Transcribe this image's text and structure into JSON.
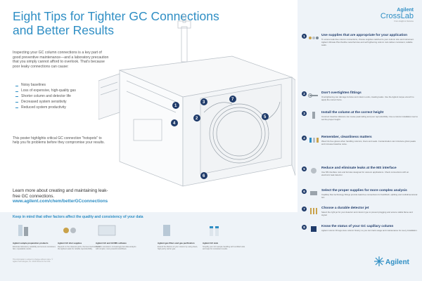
{
  "header": {
    "title": "Eight Tips for Tighter GC Connections and Better Results"
  },
  "intro": {
    "text": "Inspecting your GC column connections is a key part of good preventive maintenance—and a laboratory precaution that you simply cannot afford to overlook. That's because poor leaky connections can cause:",
    "issues": [
      "Noisy baselines",
      "Loss of expensive, high-quality gas",
      "Shorter column and detector life",
      "Decreased system sensitivity",
      "Reduced system productivity"
    ],
    "closing": "This poster highlights critical GC connection \"hotspots\" to help you fix problems before they compromise your results."
  },
  "learn_more": {
    "text": "Learn more about creating and maintaining leak-free GC connections.",
    "url": "www.agilent.com/chem/betterGCconnections"
  },
  "brand": {
    "line1": "Agilent",
    "line2": "CrossLab",
    "line3": "From Insight to Outcome"
  },
  "tips": [
    {
      "num": "1",
      "head": "Use supplies that are appropriate for your application",
      "body": "To ensure leak-free column connections, choose supplies matched to your column size and instrument. Agilent Ultimate Plus flexible metal ferrules and self tightening column nuts deliver consistent, reliable seals."
    },
    {
      "num": "2",
      "head": "Don't overtighten fittings",
      "body": "Overtightening can damage ferrules and column ends, creating leaks. Use the Agilent torque wrench to apply the correct force."
    },
    {
      "num": "3",
      "head": "Install the column at the correct height",
      "body": "Incorrect insertion distance can cause peak tailing and poor reproducibility. Use a column installation tool to set the proper height."
    },
    {
      "num": "4",
      "head": "Remember, cleanliness matters",
      "body": "Wear lint-free gloves when handling columns, liners and seals. Contamination can introduce ghost peaks and increase baseline noise."
    },
    {
      "num": "5",
      "head": "Reduce and eliminate leaks at the MS interface",
      "body": "Use MS interface nuts and ferrules designed for vacuum applications. Check connections with an electronic leak detector."
    },
    {
      "num": "6",
      "head": "Select the proper supplies for more complex analysis",
      "body": "Capillary flow technology fittings provide leak-free connections for backflush, splitting and multidimensional GC."
    },
    {
      "num": "7",
      "head": "Choose a durable detector jet",
      "body": "Select the right jet for your detector and column type to prevent plugging and ensure stable flame and signal."
    },
    {
      "num": "8",
      "head": "Know the status of your GC capillary column",
      "body": "Agilent column ID tags store column history so you can track usage and maintenance for every installation."
    }
  ],
  "bottom": {
    "title": "Keep in mind that other factors affect the quality and consistency of your data",
    "products": [
      {
        "name": "Agilent sample preparation products",
        "desc": "Eliminate laboratory variability and ensure consistent, fast, repeatable results."
      },
      {
        "name": "Agilent GC inlet supplies",
        "desc": "Depend on the cleanest parts, the best inertness and the tightest seals for reliable reproducibility."
      },
      {
        "name": "Agilent GC and GC/MS software",
        "desc": "Perform consistent, increasingly fast data analysis with simpler, more powerful workflows."
      },
      {
        "name": "Agilent gas filters and gas purification",
        "desc": "Extend the lifetime of your column by using clean, high-purity carrier gas."
      },
      {
        "name": "Agilent GC vials",
        "desc": "Simplify your GC sample handling with certified vials and caps for consistent results."
      }
    ],
    "footer": "This information is subject to change without notice. © Agilent Technologies, Inc. 2016 Printed in the USA"
  },
  "footer_brand": "Agilent",
  "colors": {
    "accent": "#2e8ec4",
    "navy": "#1f3b6a",
    "panel": "#eef3f8"
  }
}
